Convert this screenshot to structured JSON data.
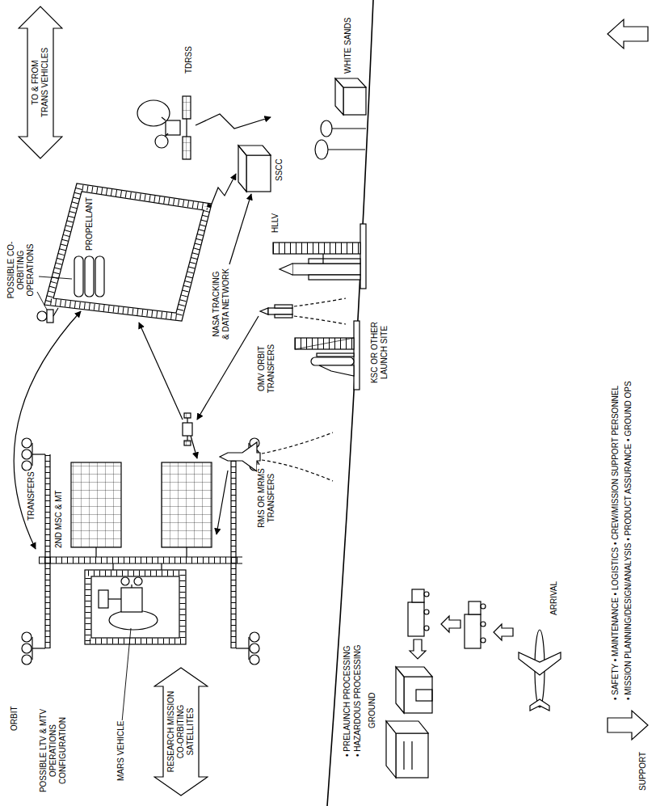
{
  "diagram": {
    "nodes": [
      {
        "text": [
          "TO & FROM TRANS VEHICLES"
        ]
      },
      {
        "text": [
          "RESEARCH MISSION",
          "CO-ORBITING SATELLITES"
        ]
      }
    ],
    "labels": [
      "POSSIBLE CO-ORBITING OPERATIONS",
      "PROPELLANT",
      "TDRSS",
      "WHITE SANDS",
      "TRANSFERS",
      "2ND MSC & MT",
      "OMV ORBIT TRANSFERS",
      "NASA TRACKING & DATA NETWORK",
      "SSCC",
      "HLLV",
      "RMS OR MRMS TRANSFERS",
      "KSC OR OTHER LAUNCH SITE",
      "POSSIBLE LTV & MTV OPERATIONS CONFIGURATION",
      "MARS VEHICLE",
      "ORBIT",
      "GROUND",
      "• PRELAUNCH PROCESSING",
      "• HAZARDOUS PROCESSING",
      "ARRIVAL",
      "• SAFETY • MAINTENANCE • LOGISTICS • CREW/MISSION SUPPORT PERSONNEL",
      "• MISSION PLANNING/DESIGN/ANALYSIS • PRODUCT ASSURANCE • GROUND OPS",
      "SUPPORT"
    ]
  }
}
